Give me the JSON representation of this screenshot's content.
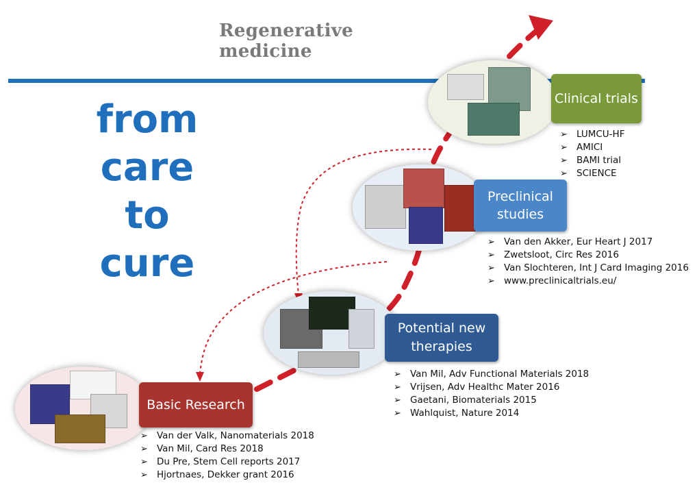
{
  "title": "Regenerative medicine",
  "slogan": [
    "from",
    "care",
    "to",
    "cure"
  ],
  "stages": [
    {
      "label": "Clinical trials",
      "color": "#7a9a3a",
      "refs": [
        "LUMCU-HF",
        "AMICI",
        "BAMI trial",
        "SCIENCE"
      ]
    },
    {
      "label_lines": [
        "Preclinical",
        "studies"
      ],
      "color": "#4a86c8",
      "refs": [
        "Van den Akker, Eur Heart J 2017",
        "Zwetsloot, Circ Res 2016",
        "Van Slochteren, Int J Card Imaging 2016",
        "www.preclinicaltrials.eu/"
      ]
    },
    {
      "label_lines": [
        "Potential new",
        "therapies"
      ],
      "color": "#2f5a94",
      "refs": [
        "Van Mil, Adv Functional Materials 2018",
        "Vrijsen, Adv Healthc Mater 2016",
        "Gaetani, Biomaterials 2015",
        "Wahlquist, Nature 2014"
      ]
    },
    {
      "label": "Basic Research",
      "color": "#a8342f",
      "refs": [
        "Van der Valk, Nanomaterials 2018",
        "Van Mil, Card Res 2018",
        "Du Pre, Stem Cell reports 2017",
        "Hjortnaes, Dekker grant 2016"
      ]
    }
  ],
  "arrow_color": "#d0202a"
}
